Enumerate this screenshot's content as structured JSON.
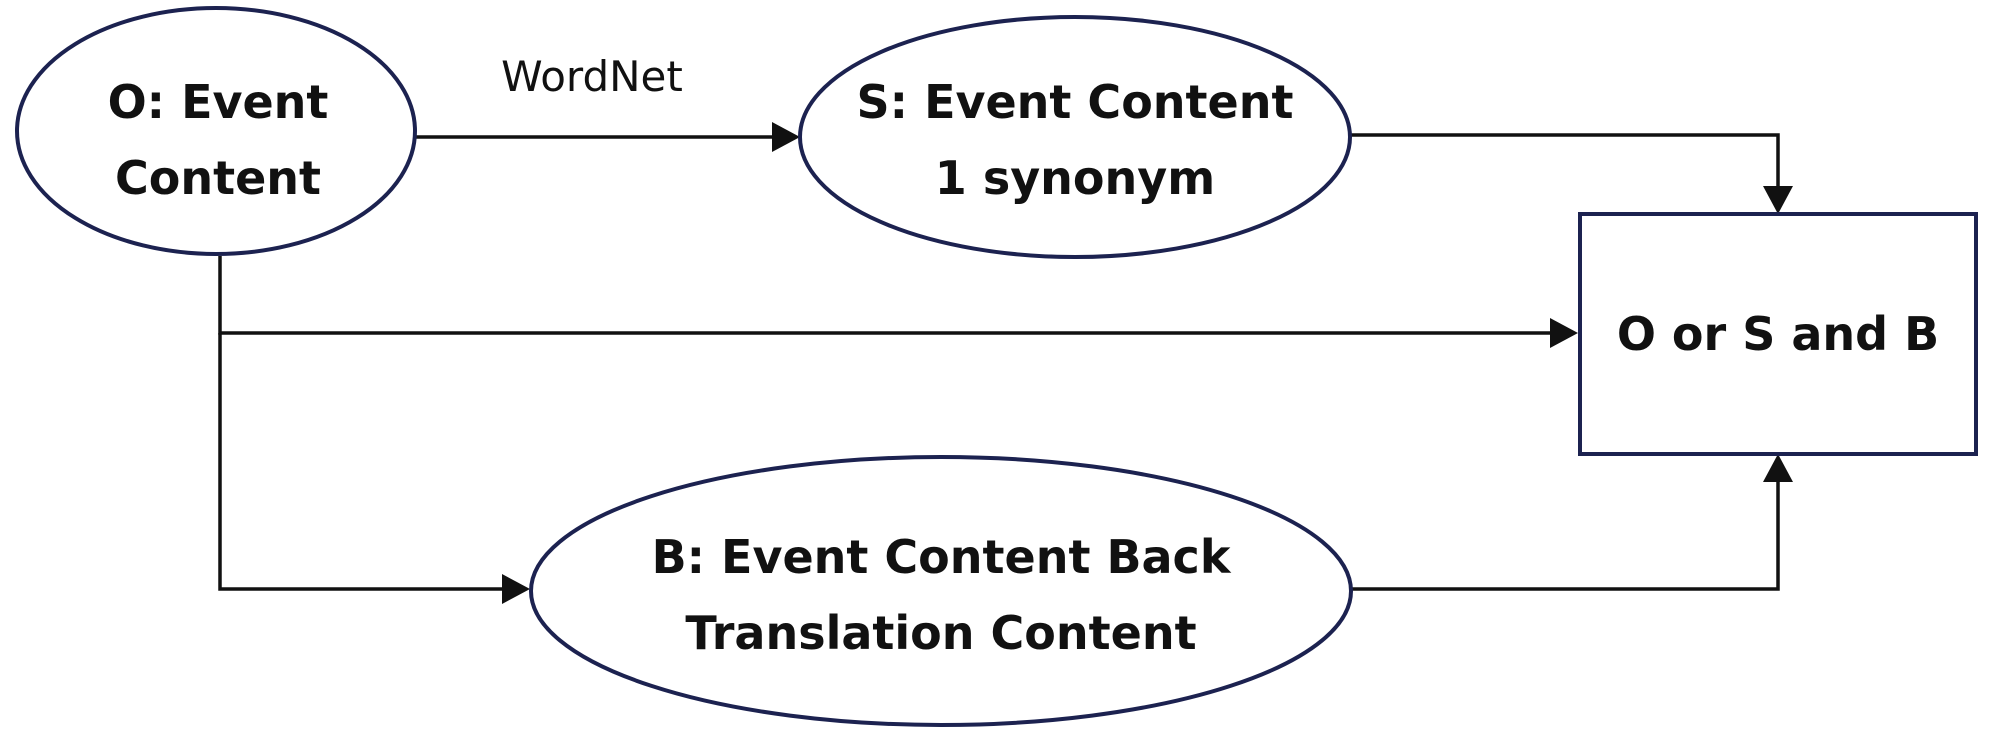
{
  "diagram": {
    "nodes": {
      "o": {
        "line1": "O: Event",
        "line2": "Content"
      },
      "s": {
        "line1": "S: Event Content",
        "line2": "1 synonym"
      },
      "b": {
        "line1": "B: Event Content Back",
        "line2": "Translation Content"
      },
      "result": {
        "label": "O or S and B"
      }
    },
    "edges": {
      "o_to_s": {
        "label": "WordNet"
      }
    },
    "colors": {
      "node_border": "#1c2250",
      "line": "#111111",
      "background": "#ffffff"
    }
  }
}
